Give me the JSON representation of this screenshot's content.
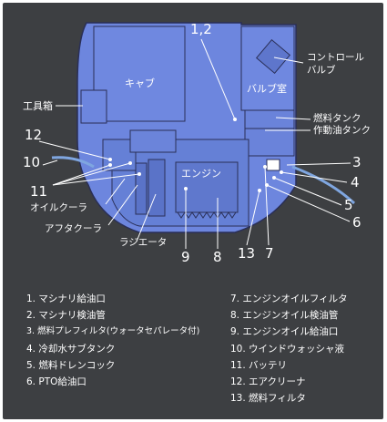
{
  "diagram": {
    "labels": {
      "cab": "キャブ",
      "engine": "エンジン",
      "valve_room": "バルブ室",
      "toolbox": "工具箱",
      "control_valve_1": "コントロール",
      "control_valve_2": "バルブ",
      "fuel_tank": "燃料タンク",
      "hydraulic_tank": "作動油タンク",
      "oil_cooler": "オイルクーラ",
      "aftercooler": "アフタクーラ",
      "radiator": "ラジエータ"
    },
    "numbers": {
      "n1_2": "1,2",
      "n12": "12",
      "n10": "10",
      "n11": "11",
      "n3": "3",
      "n4": "4",
      "n5": "5",
      "n6": "6",
      "n9": "9",
      "n8": "8",
      "n13": "13",
      "n7": "7"
    },
    "colors": {
      "panel": "#3d3f42",
      "body_fill": "#6d86de",
      "body_stroke": "#2a2f57",
      "leader": "#ffffff",
      "hose": "#7fa6e0"
    }
  },
  "legend": {
    "left": [
      "1.   マシナリ給油口",
      "2.   マシナリ検油管",
      "3.   燃料プレフィルタ(ウォータセパレータ付)",
      "4.   冷却水サブタンク",
      "5.   燃料ドレンコック",
      "6.   PTO給油口"
    ],
    "right": [
      "7.   エンジンオイルフィルタ",
      "8.   エンジンオイル検油管",
      "9.   エンジンオイル給油口",
      "10. ウインドウォッシャ液",
      "11. バッテリ",
      "12. エアクリーナ",
      "13. 燃料フィルタ"
    ]
  }
}
